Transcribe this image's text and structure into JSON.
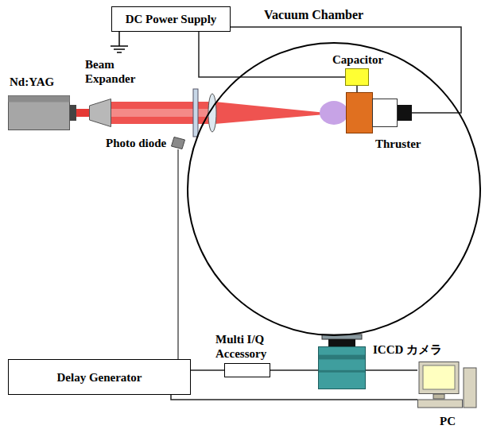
{
  "diagram": {
    "nodes": [
      {
        "text": [
          "DC Power Supply"
        ]
      },
      {
        "text": [
          "Vacuum Chamber"
        ]
      },
      {
        "text": [
          "Capacitor"
        ],
        "in": 1
      },
      {
        "text": [
          "Thruster"
        ],
        "in": 1
      },
      {
        "text": [
          "Nd:YAG"
        ]
      },
      {
        "text": [
          "Beam Expander"
        ]
      },
      {
        "text": [
          "Photo diode"
        ]
      },
      {
        "text": [
          "Multi I/Q Accessory"
        ]
      },
      {
        "text": [
          "ICCD カメラ"
        ]
      },
      {
        "text": [
          "Delay Generator"
        ]
      },
      {
        "text": [
          "PC"
        ]
      }
    ],
    "edges": [
      {
        "from": 0,
        "to": 2,
        "arrow": "none"
      },
      {
        "from": 0,
        "to": 3,
        "arrow": "none"
      },
      {
        "from": 2,
        "to": 3,
        "arrow": "none"
      },
      {
        "from": 6,
        "to": 9,
        "arrow": "none"
      },
      {
        "from": 9,
        "to": 7,
        "arrow": "none"
      },
      {
        "from": 7,
        "to": 8,
        "arrow": "none"
      },
      {
        "from": 8,
        "to": 10,
        "arrow": "none"
      },
      {
        "from": 9,
        "to": 10,
        "arrow": "none"
      }
    ]
  }
}
